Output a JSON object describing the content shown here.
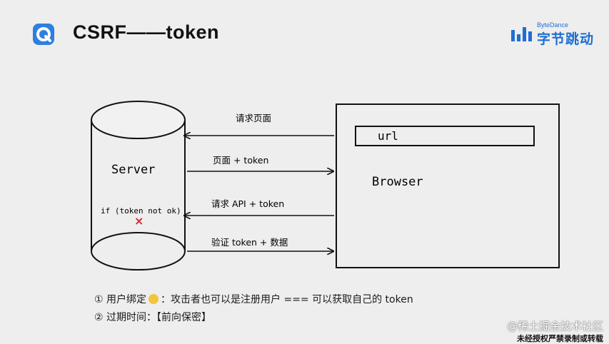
{
  "header": {
    "title": "CSRF——token"
  },
  "brand": {
    "small": "ByteDance",
    "big": "字节跳动",
    "color": "#1f6fd1"
  },
  "diagram": {
    "server_label": "Server",
    "server_check": "if (token not ok)",
    "server_fail_mark": "×",
    "browser_label": "Browser",
    "url_label": "url",
    "arrows": [
      {
        "label": "请求页面",
        "direction": "to-server"
      },
      {
        "label": "页面 + token",
        "direction": "to-browser"
      },
      {
        "label": "请求 API + token",
        "direction": "to-server"
      },
      {
        "label": "验证 token + 数据",
        "direction": "to-browser"
      }
    ]
  },
  "notes": {
    "line1_a": "① 用户绑定",
    "line1_b": "：攻击者也可以是注册用户 === 可以获取自己的 token",
    "line2": "② 过期时间：【前向保密】"
  },
  "footer": {
    "watermark": "@稀土掘金技术社区",
    "copyright": "未经授权严禁录制或转载"
  }
}
